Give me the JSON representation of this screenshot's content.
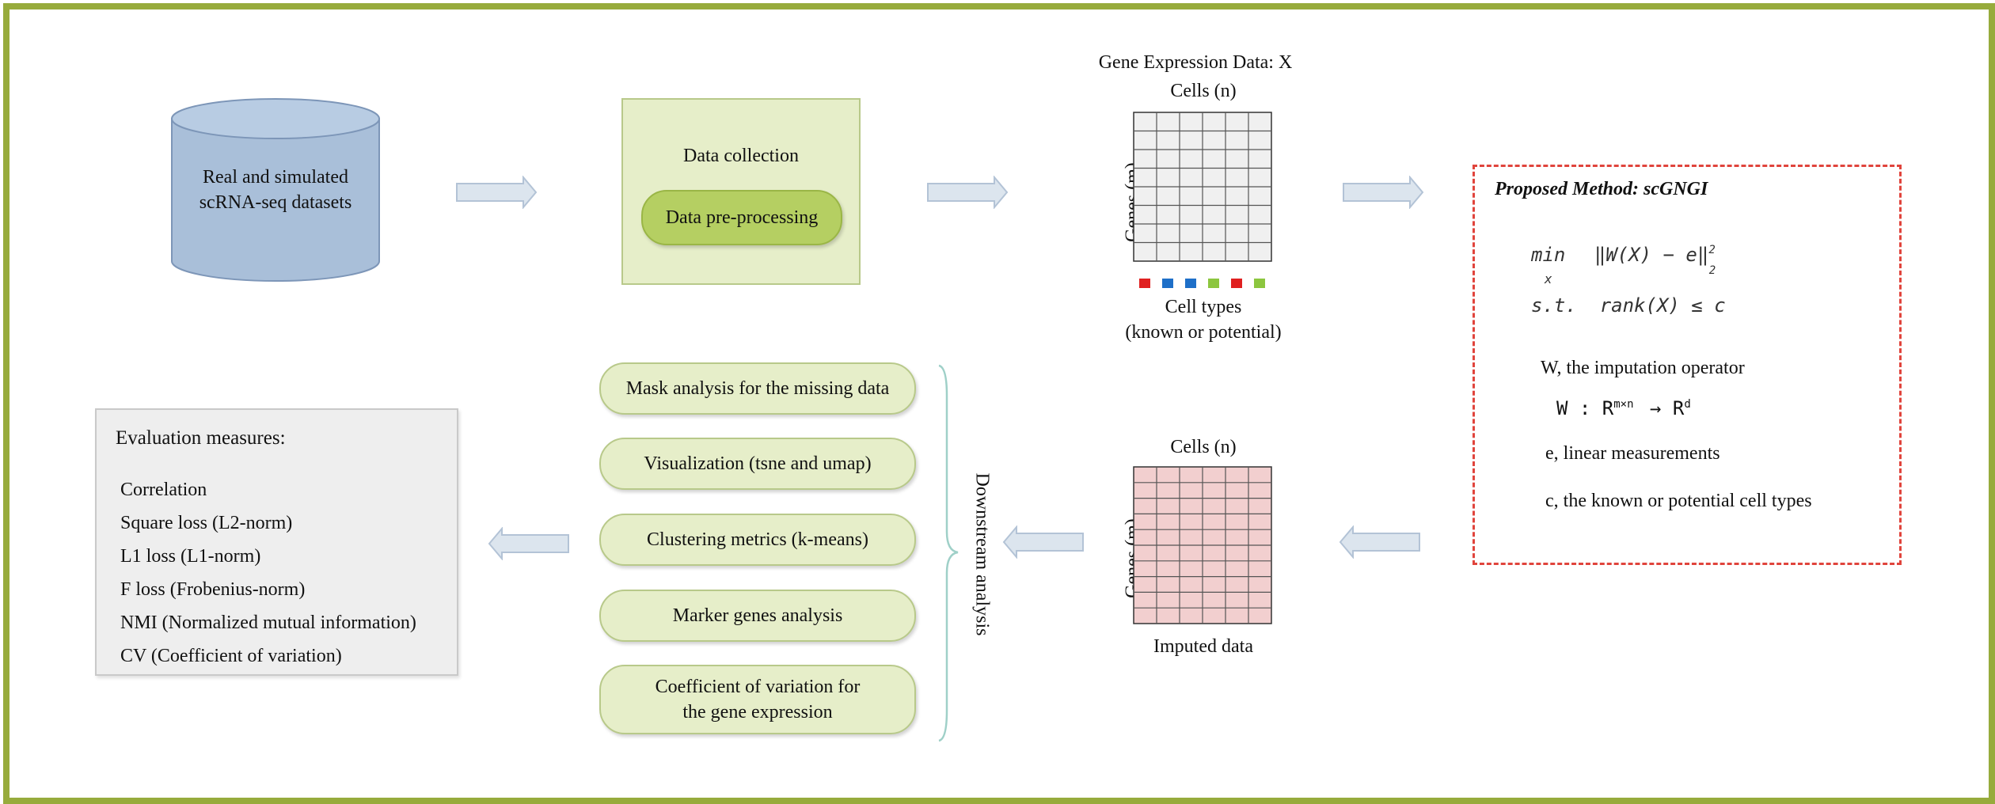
{
  "source": {
    "label_line1": "Real and simulated",
    "label_line2": "scRNA-seq datasets"
  },
  "collection": {
    "title": "Data collection",
    "button": "Data pre-processing"
  },
  "expression": {
    "title": "Gene Expression Data: X",
    "cells_label": "Cells (n)",
    "genes_label": "Genes (m)",
    "celltypes_line1": "Cell types",
    "celltypes_line2": "(known or potential)",
    "celltype_colors": [
      "#e02020",
      "#1e6fc8",
      "#1e6fc8",
      "#8cc63f",
      "#e02020",
      "#8cc63f"
    ]
  },
  "method": {
    "title": "Proposed Method:  scGNGI",
    "objective_min": "min",
    "objective_sub": "x",
    "objective_expr": "‖W(X) − e‖",
    "objective_sup": "2",
    "objective_sub2": "2",
    "constraint": "s.t.  rank(X) ≤ c",
    "w_desc": "W, the imputation operator",
    "w_map": "W : R",
    "w_map_sup1": "m×n",
    "w_map_arrow": "→ R",
    "w_map_sup2": "d",
    "e_desc": "e, linear measurements",
    "c_desc": "c, the known or potential cell types"
  },
  "imputed": {
    "cells_label": "Cells (n)",
    "genes_label": "Genes (m)",
    "caption": "Imputed data"
  },
  "downstream": {
    "label": "Downstream analysis",
    "items": [
      "Mask analysis for the missing data",
      "Visualization (tsne and umap)",
      "Clustering metrics (k-means)",
      "Marker genes analysis"
    ],
    "last_line1": "Coefficient of variation for",
    "last_line2": "the gene expression"
  },
  "evaluation": {
    "title": "Evaluation measures:",
    "items": [
      "Correlation",
      "Square loss (L2-norm)",
      "L1 loss (L1-norm)",
      "F loss (Frobenius-norm)",
      "NMI (Normalized mutual information)",
      "CV (Coefficient of variation)"
    ]
  },
  "colors": {
    "frame": "#97ab3c",
    "cylinder": "#a9bfd9",
    "collection_box": "#e6eec9",
    "preprocess_pill": "#b5cf62",
    "matrix_grey": "#f0f0f0",
    "matrix_pink": "#f2cfcf",
    "dashed_border": "#e0443c",
    "arrow_fill": "#dce5ee"
  }
}
